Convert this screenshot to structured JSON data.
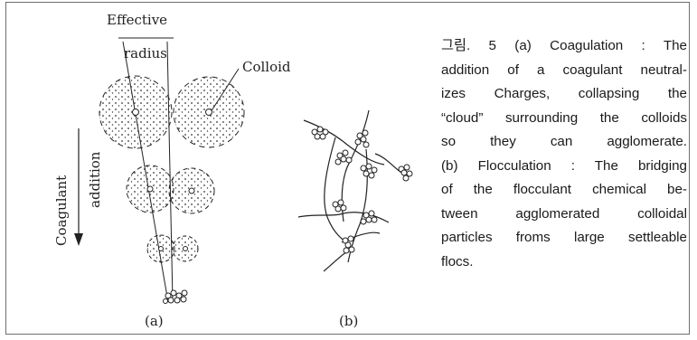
{
  "figure": {
    "labels": {
      "effective_radius_line1": "Effective",
      "effective_radius_line2": "radius",
      "colloid": "Colloid",
      "coagulant_vertical": "Coagulant",
      "addition_vertical": "addition",
      "panel_a": "(a)",
      "panel_b": "(b)"
    },
    "caption": {
      "lines": [
        "그림. 5  (a) Coagulation : The",
        "addition of a coagulant neutral-",
        "izes Charges, collapsing the",
        "“cloud” surrounding the colloids",
        "so they can agglomerate.",
        "(b) Flocculation : The bridging",
        "of the flocculant chemical be-",
        "tween agglomerated colloidal",
        "particles froms large settleable",
        "flocs."
      ]
    }
  },
  "colors": {
    "ink": "#1a1a1a",
    "frame": "#6f6f6f",
    "background": "#ffffff"
  },
  "icons": [
    "arrow-down-icon"
  ]
}
